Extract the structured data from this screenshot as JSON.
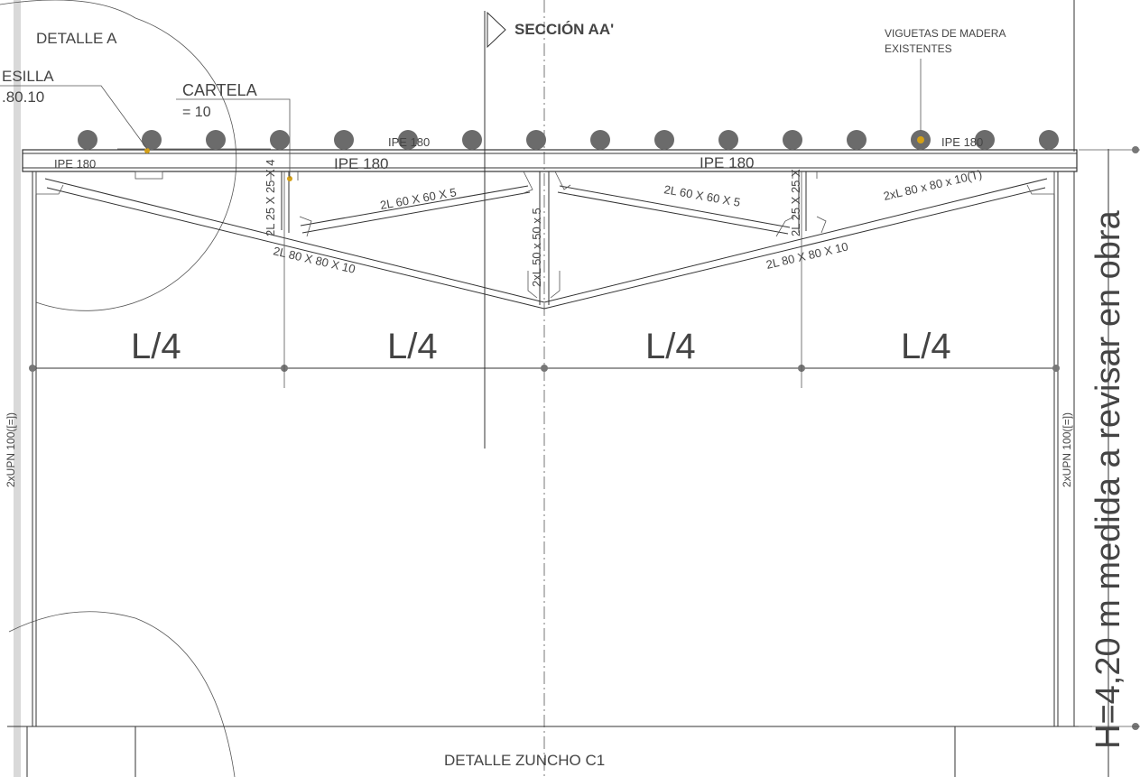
{
  "labels": {
    "detail_a": "DETALLE A",
    "section": "SECCIÓN AA'",
    "joists_1": "VIGUETAS DE MADERA",
    "joists_2": "EXISTENTES",
    "plate_1": "ESILLA",
    "plate_2": ".80.10",
    "gusset_1": "CARTELA",
    "gusset_2": "= 10",
    "ipe_small_left": "IPE 180",
    "ipe_main_left": "IPE 180",
    "ipe_main_right": "IPE 180",
    "ipe_top_mid": "IPE 180",
    "ipe_top_right": "IPE 180",
    "angle_post_left": "2L 25 X 25 X 4",
    "angle_post_right": "2L 25 X 25 X",
    "angle_center": "2xL 50 x 50 x 5",
    "angle_diag_left": "2L 60 X 60 X 5",
    "angle_diag_right": "2L 60 X 60 X 5",
    "angle_chord_left": "2L 80 X 80 X 10",
    "angle_chord_right": "2L 80 X 80 X 10",
    "angle_chord_top_right": "2xL 80 x 80 x 10(T)",
    "span_1": "L/4",
    "span_2": "L/4",
    "span_3": "L/4",
    "span_4": "L/4",
    "column_left": "2xUPN 100([=])",
    "column_right": "2xUPN 100([=])",
    "height_note": "H=4,20 m medida a revisar en obra",
    "tie_beam": "DETALLE ZUNCHO C1"
  },
  "colors": {
    "line": "#333333",
    "joist_fill": "#6b6b6b",
    "highlight": "#d4a017",
    "frame_bar": "#d9d9d9"
  }
}
